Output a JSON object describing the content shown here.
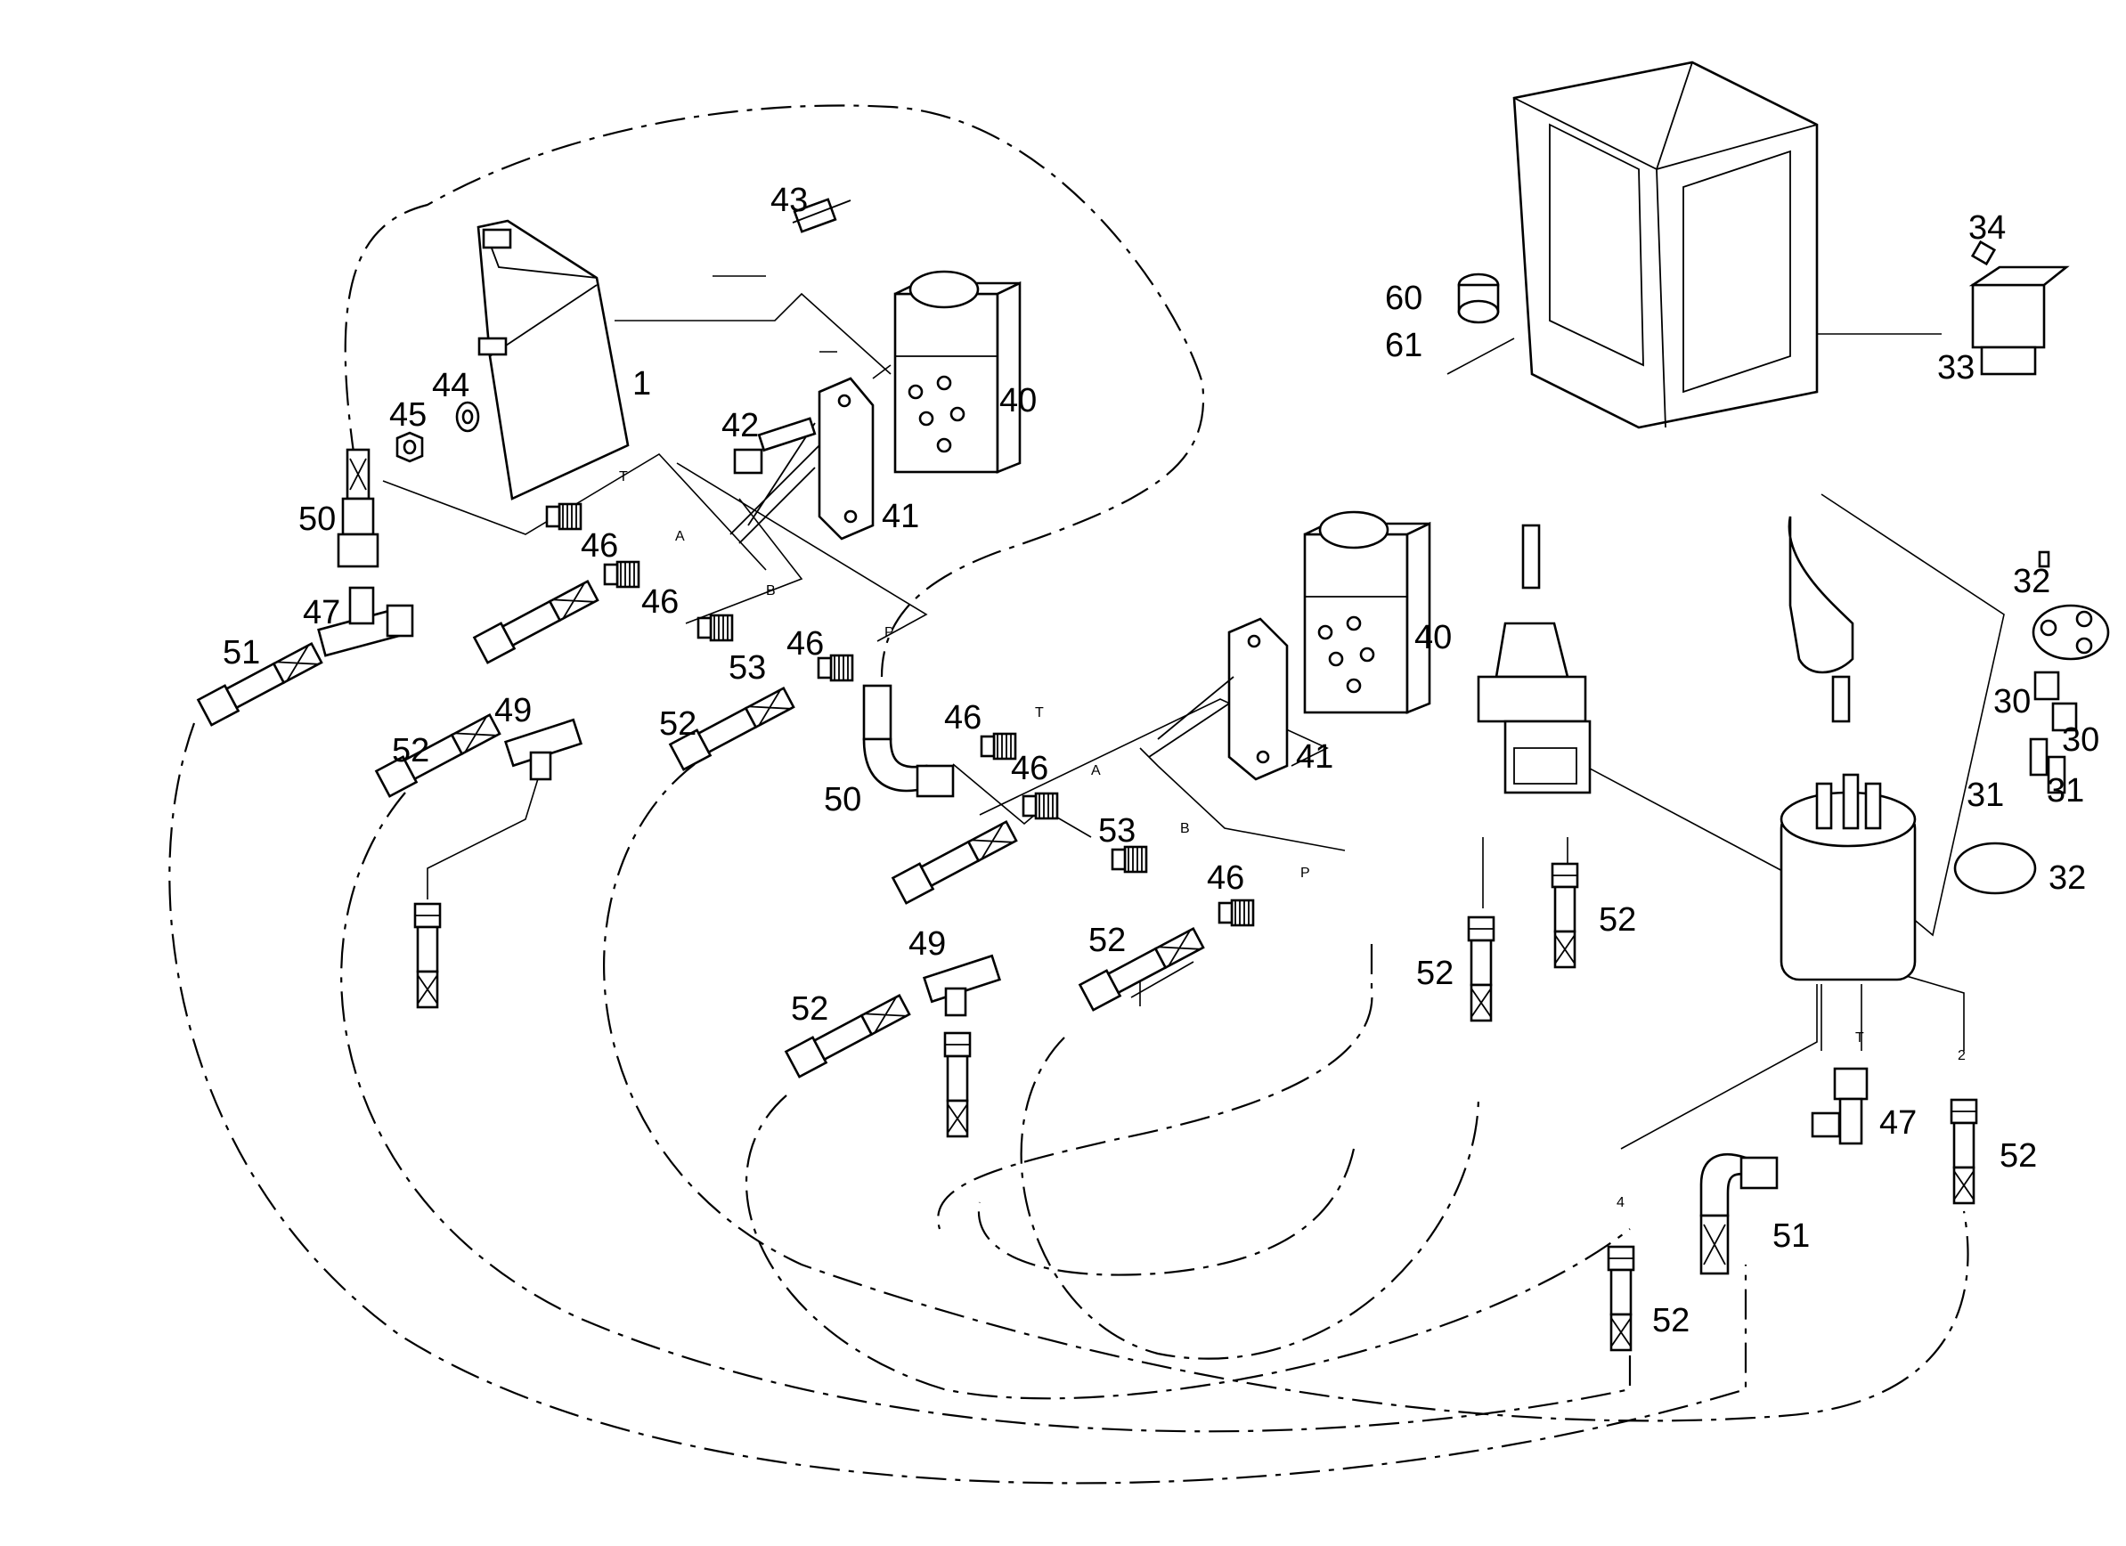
{
  "diagram": {
    "part_labels": [
      "1",
      "30",
      "30",
      "31",
      "31",
      "32",
      "32",
      "33",
      "34",
      "40",
      "40",
      "41",
      "41",
      "42",
      "43",
      "44",
      "45",
      "46",
      "46",
      "46",
      "46",
      "46",
      "46",
      "47",
      "47",
      "49",
      "49",
      "50",
      "50",
      "51",
      "51",
      "52",
      "52",
      "52",
      "52",
      "52",
      "52",
      "52",
      "52",
      "53",
      "53",
      "60",
      "61"
    ],
    "port_labels": [
      "T",
      "A",
      "B",
      "P",
      "T",
      "A",
      "B",
      "P",
      "T",
      "4",
      "2"
    ]
  }
}
